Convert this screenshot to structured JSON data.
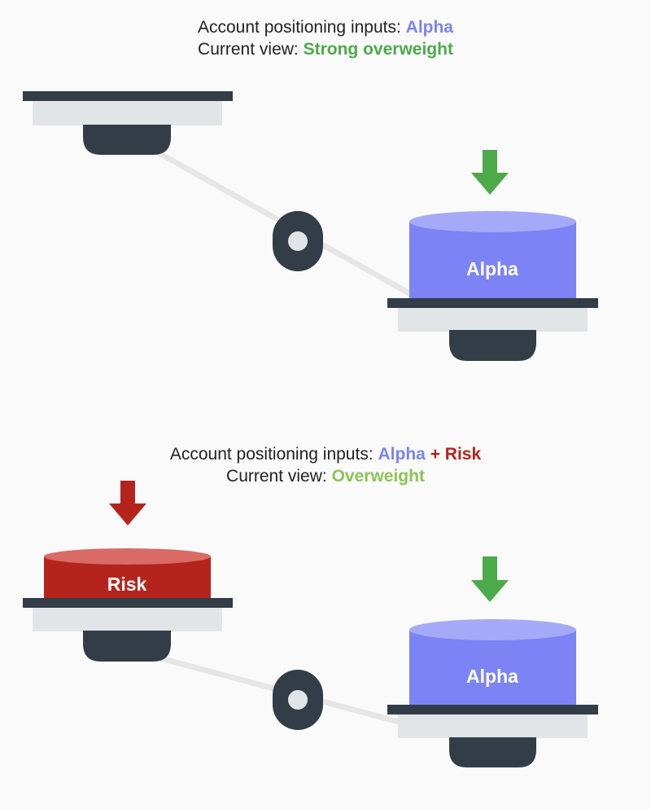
{
  "panels": [
    {
      "inputs_label": "Account positioning inputs:",
      "inputs_terms": [
        "Alpha"
      ],
      "view_label": "Current view:",
      "view_value": "Strong overweight",
      "right_weight": "Alpha",
      "left_weight": null
    },
    {
      "inputs_label": "Account positioning inputs:",
      "inputs_terms": [
        "Alpha",
        "+",
        "Risk"
      ],
      "view_label": "Current view:",
      "view_value": "Overweight",
      "right_weight": "Alpha",
      "left_weight": "Risk"
    }
  ],
  "colors": {
    "alpha": "#7b83f5",
    "alpha_top": "#a4aaf8",
    "risk": "#b5241c",
    "risk_top": "#d96a66",
    "strong_overweight": "#4caa4a",
    "overweight": "#8cc456",
    "down_arrow_green": "#4caa4a",
    "down_arrow_red": "#b5241c",
    "plate": "#333d47",
    "plate_light": "#e1e5e8",
    "beam": "#e6e6e6"
  },
  "icons": {
    "down_arrow": "arrow-down-icon",
    "fulcrum": "pivot-icon"
  }
}
